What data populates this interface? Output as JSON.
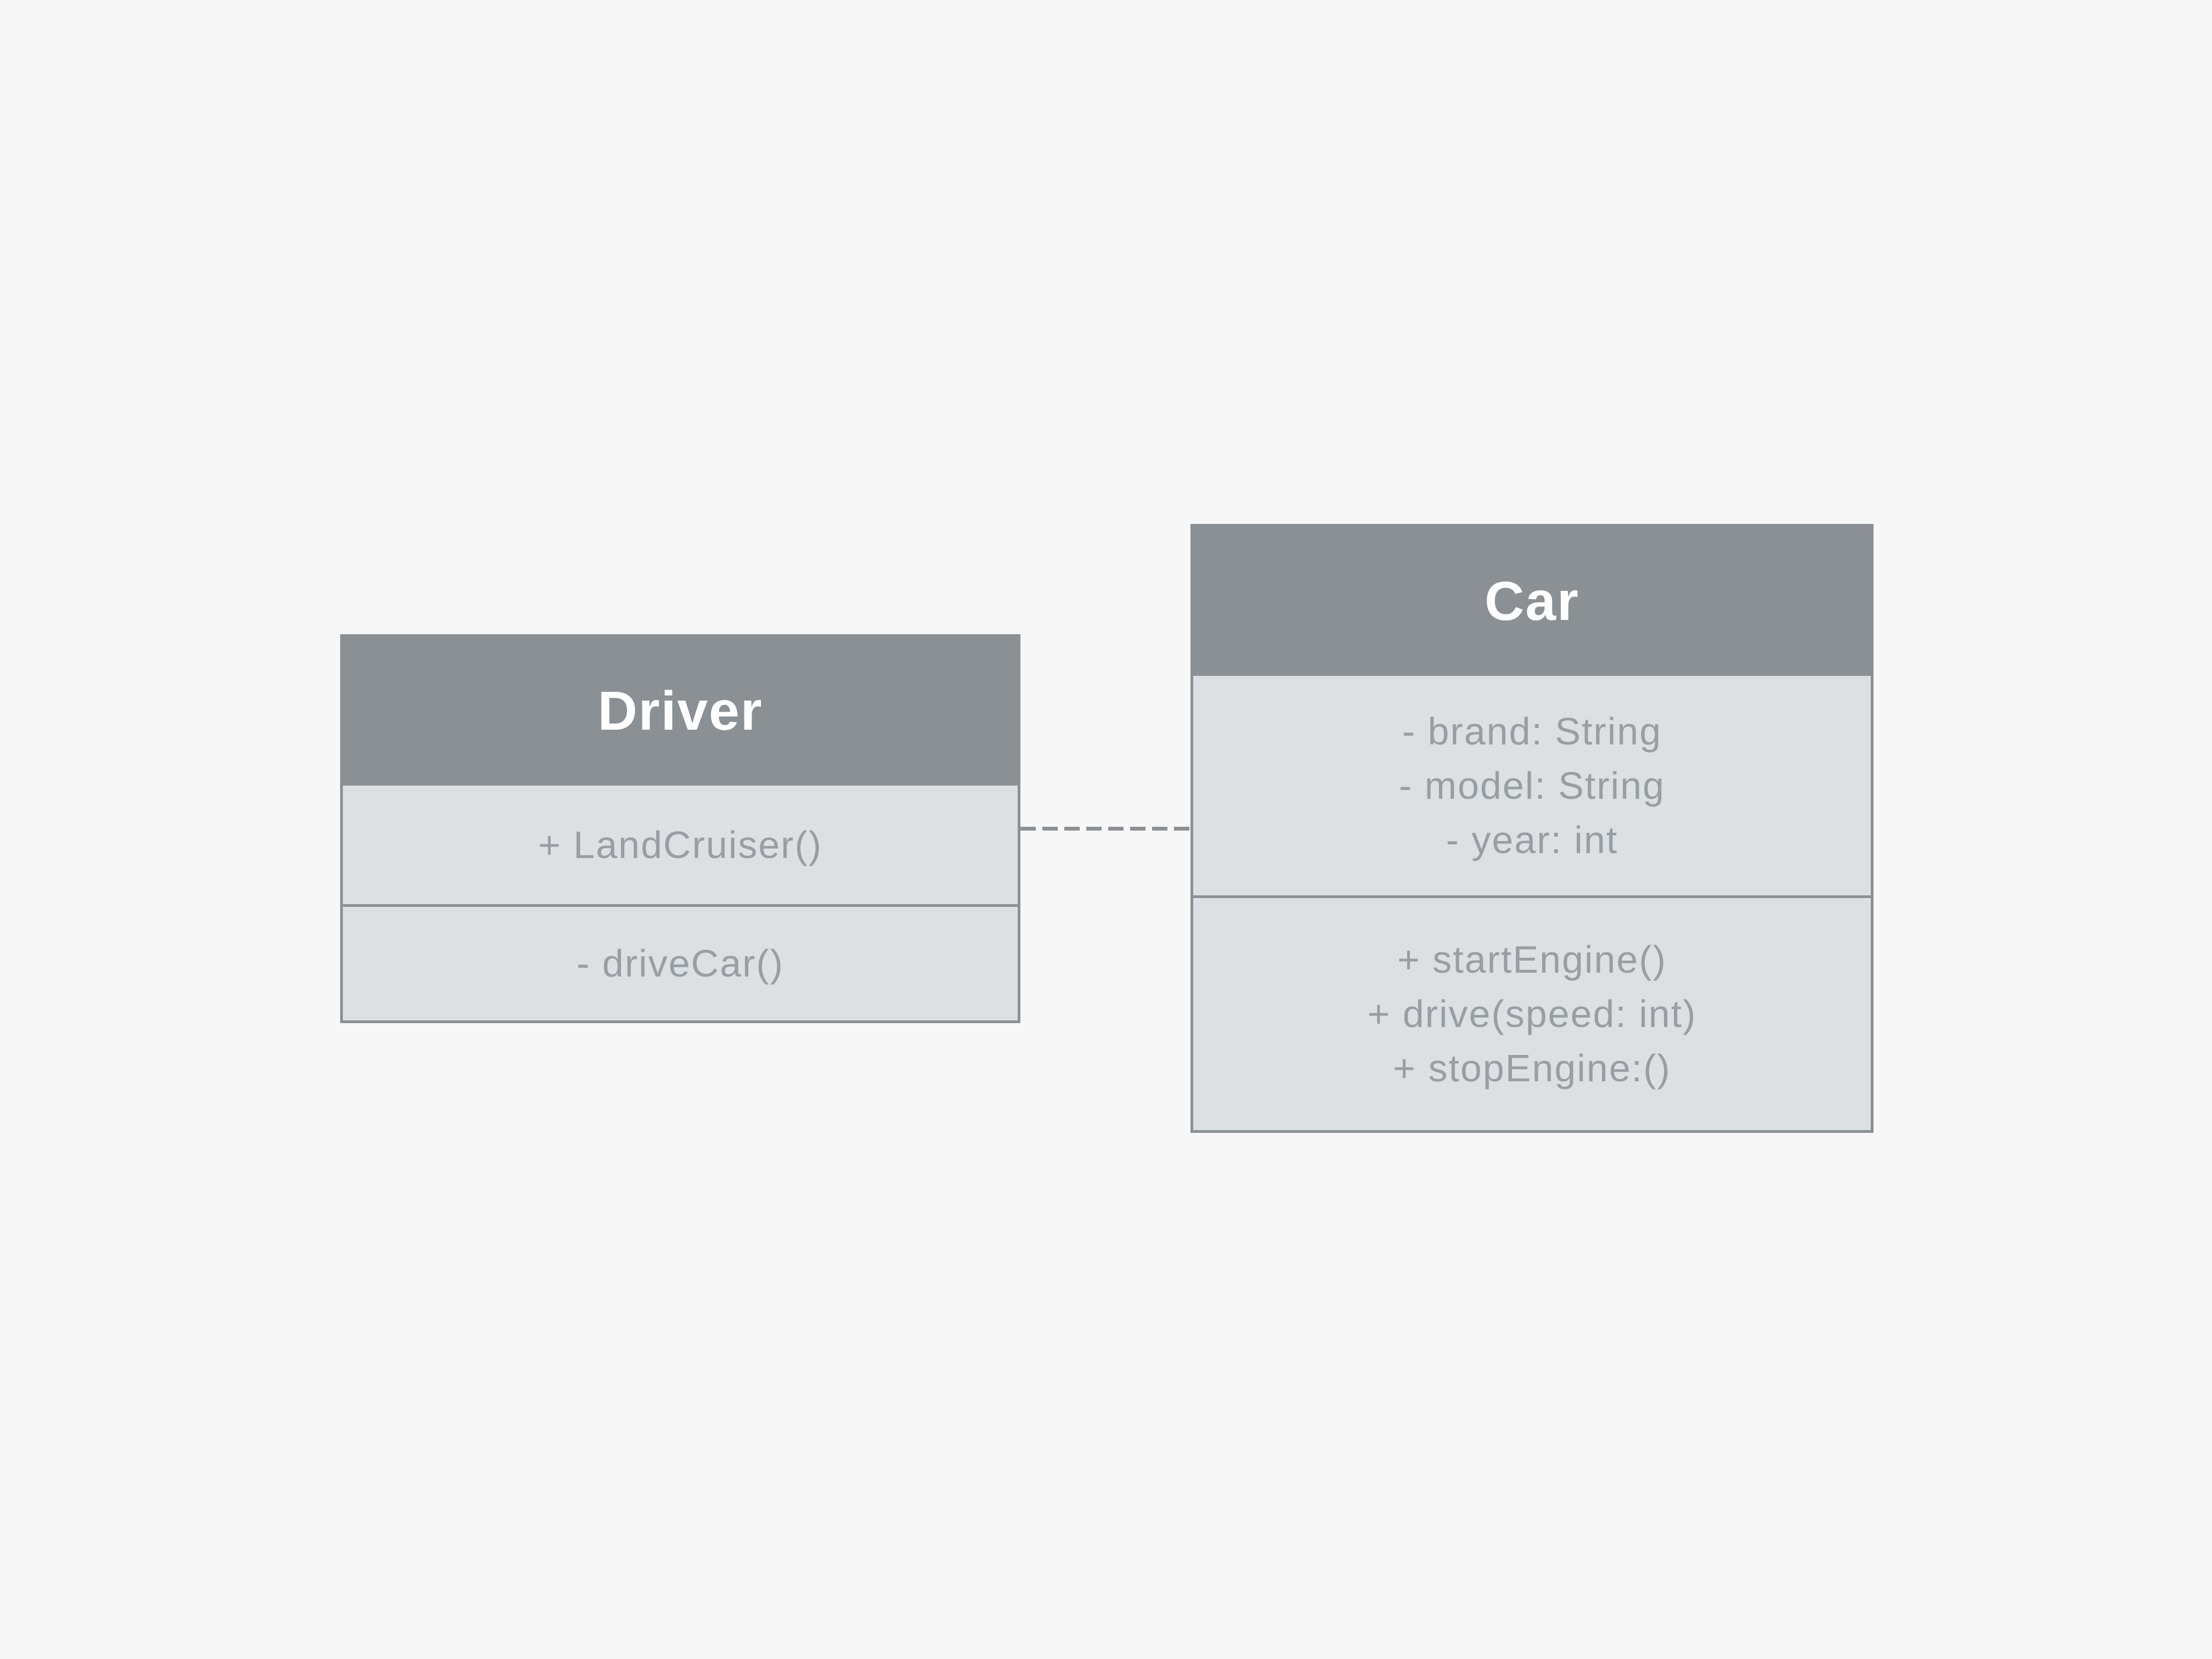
{
  "diagram": {
    "type": "uml-class-diagram",
    "colors": {
      "canvas_background": "#f7f7f7",
      "header_background": "#8b9095",
      "body_background": "#dde0e2",
      "border": "#8b9095",
      "member_text": "#989ea4",
      "title_text": "#ffffff"
    },
    "classes": [
      {
        "name": "Driver",
        "sections": [
          [
            "+ LandCruiser()"
          ],
          [
            "- driveCar()"
          ]
        ]
      },
      {
        "name": "Car",
        "sections": [
          [
            "- brand: String",
            "- model: String",
            "- year: int"
          ],
          [
            "+ startEngine()",
            "+ drive(speed: int)",
            "+ stopEngine:()"
          ]
        ]
      }
    ],
    "connector": {
      "style": "dashed",
      "from": "Driver",
      "to": "Car"
    }
  }
}
